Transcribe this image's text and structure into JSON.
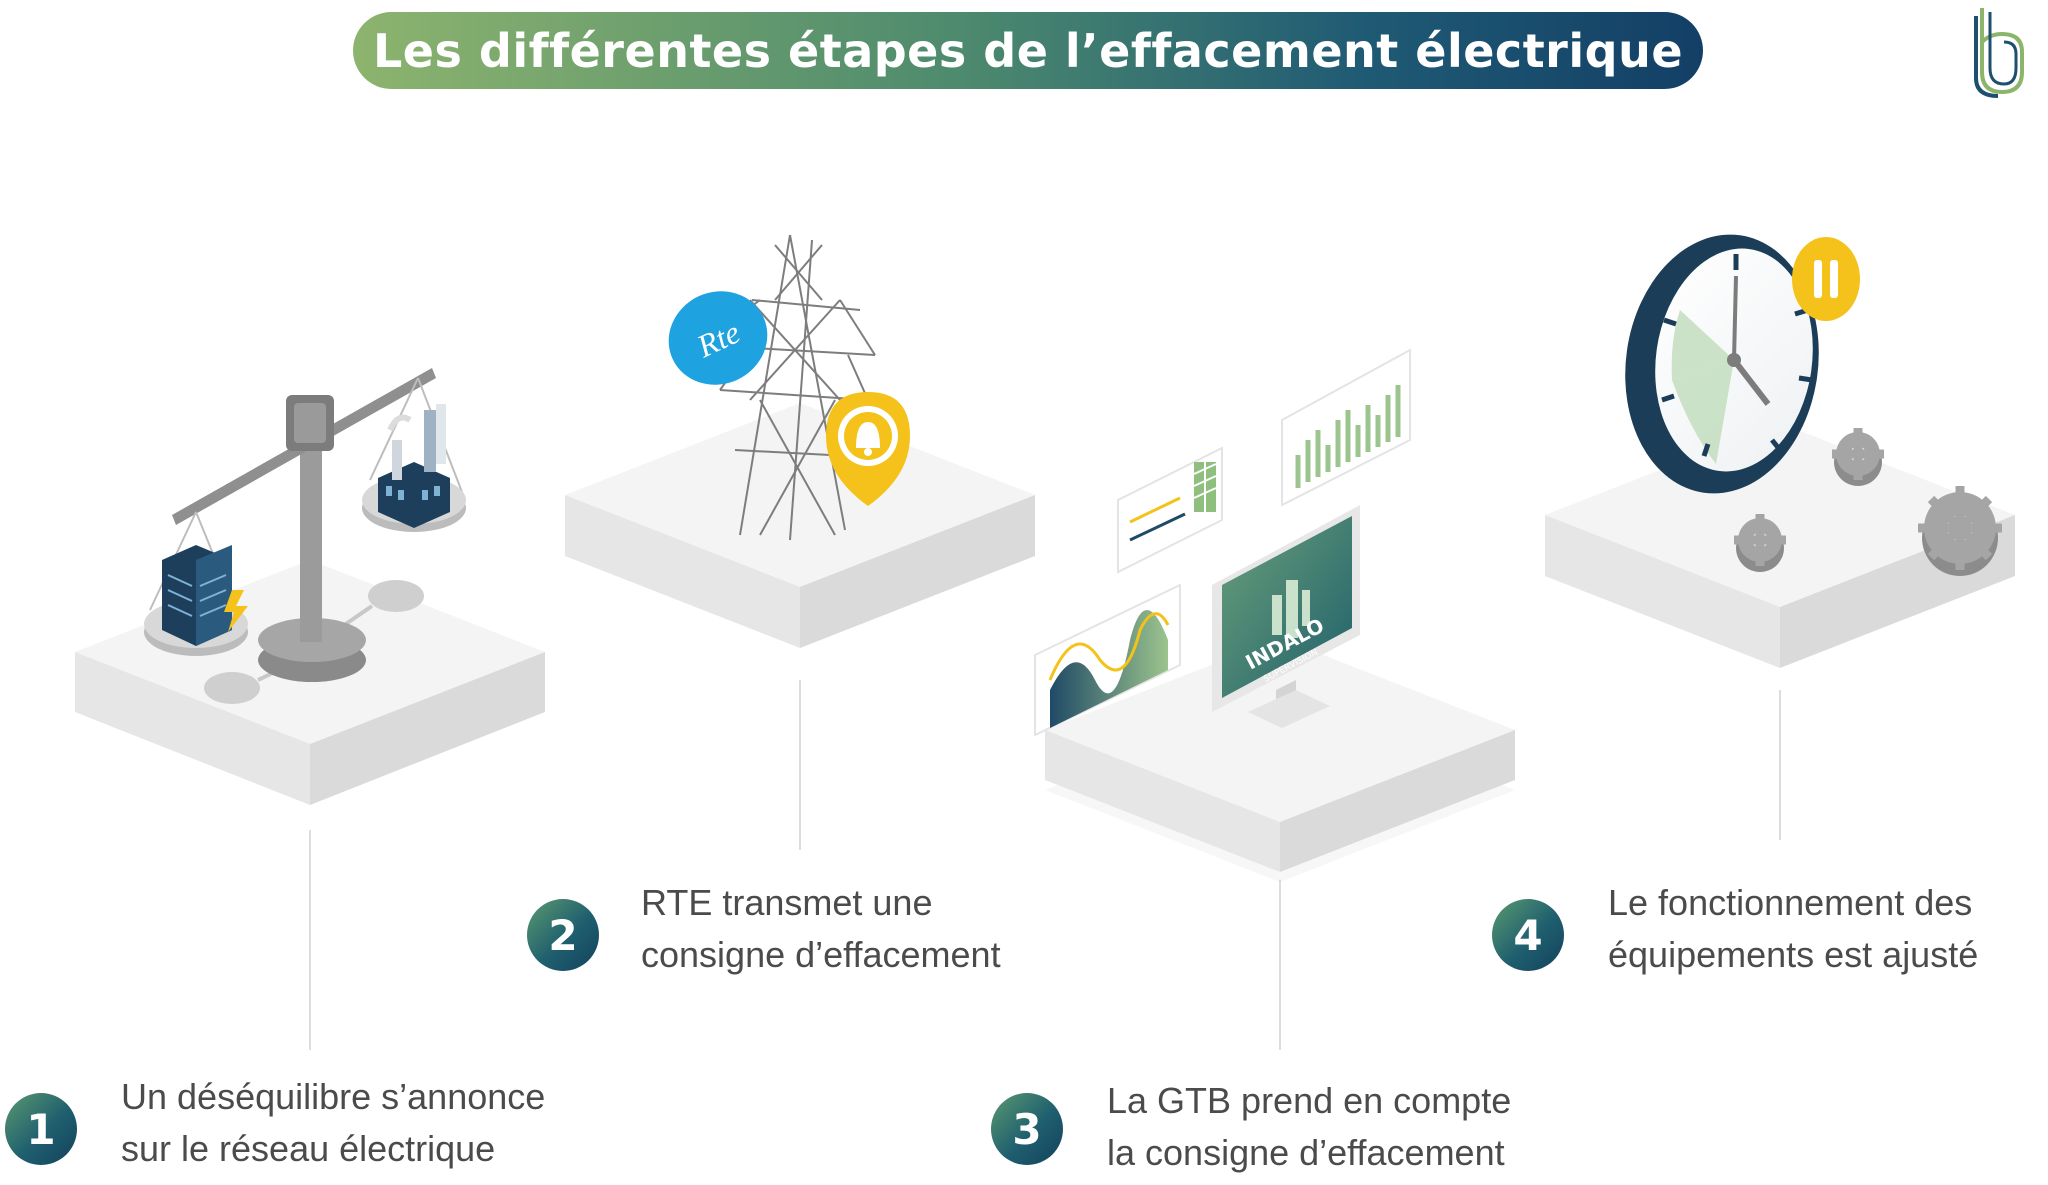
{
  "title": "Les différentes étapes de l’effacement électrique",
  "logo": {
    "icon": "brand-logo-icon",
    "colors": [
      "#8bb56b",
      "#1d4f6e"
    ]
  },
  "colors": {
    "title_gradient_start": "#8db46e",
    "title_gradient_end": "#133f66",
    "step_circle": "#1f5f6f",
    "rte_blue": "#1fa3e0",
    "alert_yellow": "#f4c21a",
    "indalo_green": "#2f7d5f",
    "text_gray": "#4b4b4b"
  },
  "steps": [
    {
      "number": "1",
      "lines": [
        "Un déséquilibre s’annonce",
        "sur le réseau électrique"
      ],
      "illustration": "balance-scale-icon"
    },
    {
      "number": "2",
      "lines": [
        "RTE transmet une",
        "consigne d’effacement"
      ],
      "illustration": "power-pylon-icon"
    },
    {
      "number": "3",
      "lines": [
        "La GTB prend en compte",
        "la consigne d’effacement"
      ],
      "illustration": "supervision-screens-icon"
    },
    {
      "number": "4",
      "lines": [
        "Le fonctionnement des",
        "équipements est ajusté"
      ],
      "illustration": "clock-gears-icon"
    }
  ],
  "illustration_labels": {
    "rte": "Rte",
    "indalo": "INDALO",
    "supervision": "SUPERVISION"
  }
}
